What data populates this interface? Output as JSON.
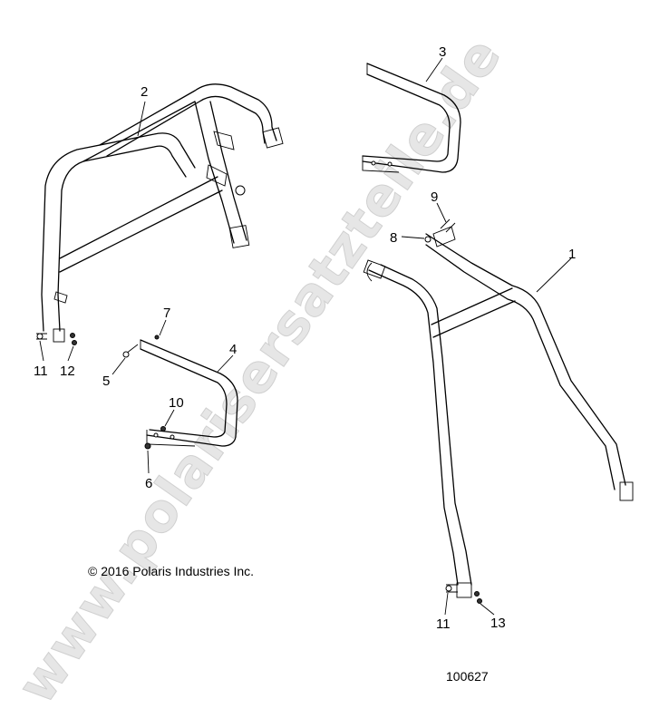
{
  "watermark": "www.polarisersatzteile.de",
  "copyright": "© 2016 Polaris Industries Inc.",
  "diagram_id": "100627",
  "callouts": {
    "c1": "1",
    "c2": "2",
    "c3": "3",
    "c4": "4",
    "c5": "5",
    "c6": "6",
    "c7": "7",
    "c8": "8",
    "c9": "9",
    "c10": "10",
    "c11a": "11",
    "c11b": "11",
    "c12": "12",
    "c13": "13"
  }
}
